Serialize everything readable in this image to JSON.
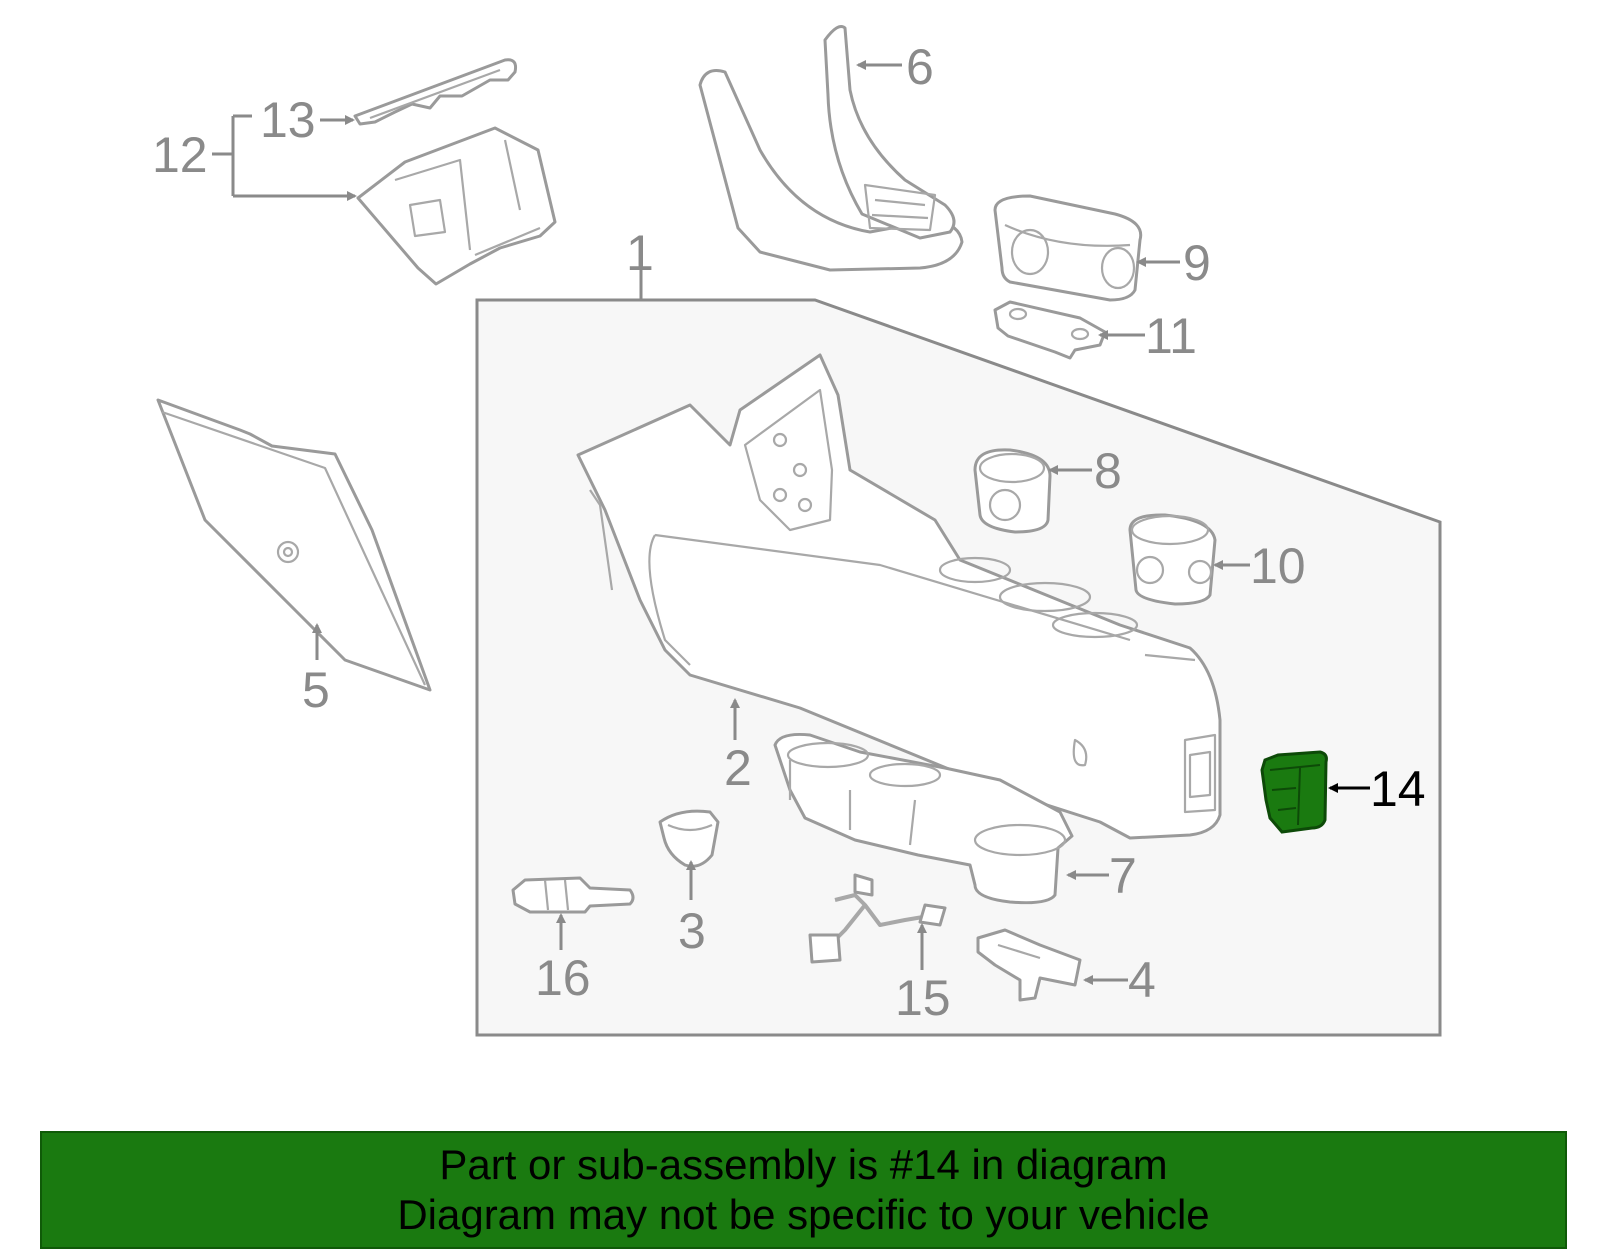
{
  "diagram": {
    "highlight_color": "#1a7a10",
    "callouts": [
      {
        "id": "1",
        "label": "1"
      },
      {
        "id": "2",
        "label": "2"
      },
      {
        "id": "3",
        "label": "3"
      },
      {
        "id": "4",
        "label": "4"
      },
      {
        "id": "5",
        "label": "5"
      },
      {
        "id": "6",
        "label": "6"
      },
      {
        "id": "7",
        "label": "7"
      },
      {
        "id": "8",
        "label": "8"
      },
      {
        "id": "9",
        "label": "9"
      },
      {
        "id": "10",
        "label": "10"
      },
      {
        "id": "11",
        "label": "11"
      },
      {
        "id": "12",
        "label": "12"
      },
      {
        "id": "13",
        "label": "13"
      },
      {
        "id": "14",
        "label": "14",
        "highlighted": true
      },
      {
        "id": "15",
        "label": "15"
      },
      {
        "id": "16",
        "label": "16"
      }
    ]
  },
  "banner": {
    "line1": "Part or sub-assembly is #14 in diagram",
    "line2": "Diagram may not be specific to your vehicle",
    "background": "#1a7a10"
  }
}
